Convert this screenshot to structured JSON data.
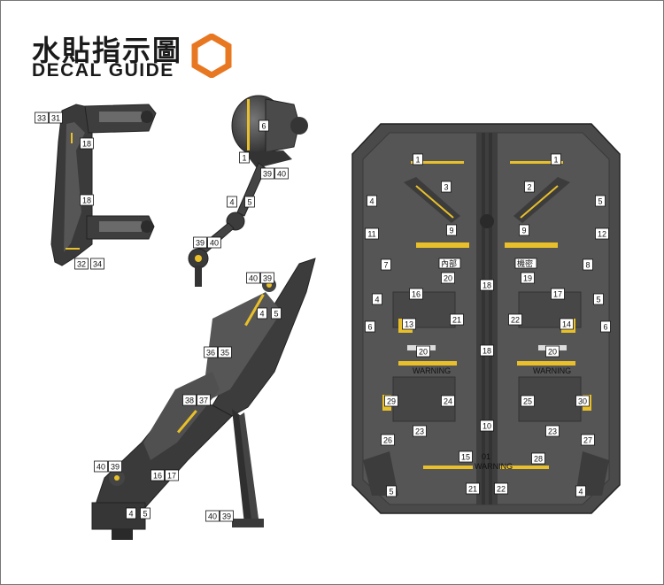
{
  "header": {
    "title_zh": "水貼指示圖",
    "title_en": "DECAL GUIDE"
  },
  "colors": {
    "accent": "#e87722",
    "part_dark": "#3c3c3c",
    "part_mid": "#5a5a5a",
    "decal_yellow": "#e9c02a"
  },
  "panel": {
    "tag_left": "內部",
    "tag_right": "機密",
    "warning": "WARNING",
    "code": "01"
  },
  "labels": {
    "arm1": [
      "33",
      "31",
      "18",
      "18",
      "32",
      "34"
    ],
    "arm2": [
      "6",
      "1",
      "39",
      "40",
      "4",
      "5",
      "39",
      "40"
    ],
    "leg": [
      "40",
      "39",
      "4",
      "5",
      "36",
      "35",
      "38",
      "37",
      "40",
      "39",
      "16",
      "17",
      "4",
      "5",
      "40",
      "39"
    ],
    "panel": [
      "1",
      "1",
      "3",
      "2",
      "4",
      "5",
      "9",
      "9",
      "11",
      "12",
      "7",
      "8",
      "20",
      "19",
      "18",
      "16",
      "17",
      "4",
      "5",
      "6",
      "6",
      "13",
      "21",
      "22",
      "14",
      "18",
      "20",
      "20",
      "29",
      "24",
      "25",
      "30",
      "10",
      "26",
      "23",
      "23",
      "27",
      "15",
      "28",
      "5",
      "21",
      "22",
      "4"
    ]
  }
}
